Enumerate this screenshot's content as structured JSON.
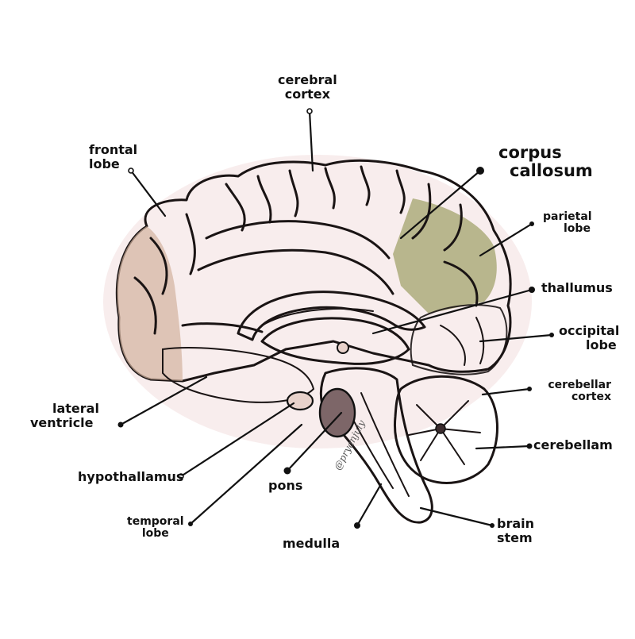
{
  "labels": {
    "cerebral_cortex": [
      "cerebral",
      "cortex"
    ],
    "frontal_lobe": [
      "frontal",
      "lobe"
    ],
    "corpus_callosum": [
      "corpus",
      "callosum"
    ],
    "parietal_lobe": [
      "parietal",
      "lobe"
    ],
    "thalamus": "thallumus",
    "occipital_lobe": [
      "occipital",
      "lobe"
    ],
    "cerebellar_cortex": [
      "cerebellar",
      "cortex"
    ],
    "cerebellum": "cerebellam",
    "brain_stem": [
      "brain",
      "stem"
    ],
    "medulla": "medulla",
    "pons": "pons",
    "temporal_lobe": [
      "temporal",
      "lobe"
    ],
    "hypothalamus": "hypothallamus",
    "lateral_ventricle": [
      "lateral",
      "ventricle"
    ]
  },
  "signature": "@pryanjuly",
  "colors": {
    "frontal": "#b9a08c",
    "cortex": "#8d9cab",
    "parietal": "#9a9a6a",
    "occipital": "#b57f8a",
    "stem": "#6b5557",
    "cerebellum": "#7a6264"
  }
}
